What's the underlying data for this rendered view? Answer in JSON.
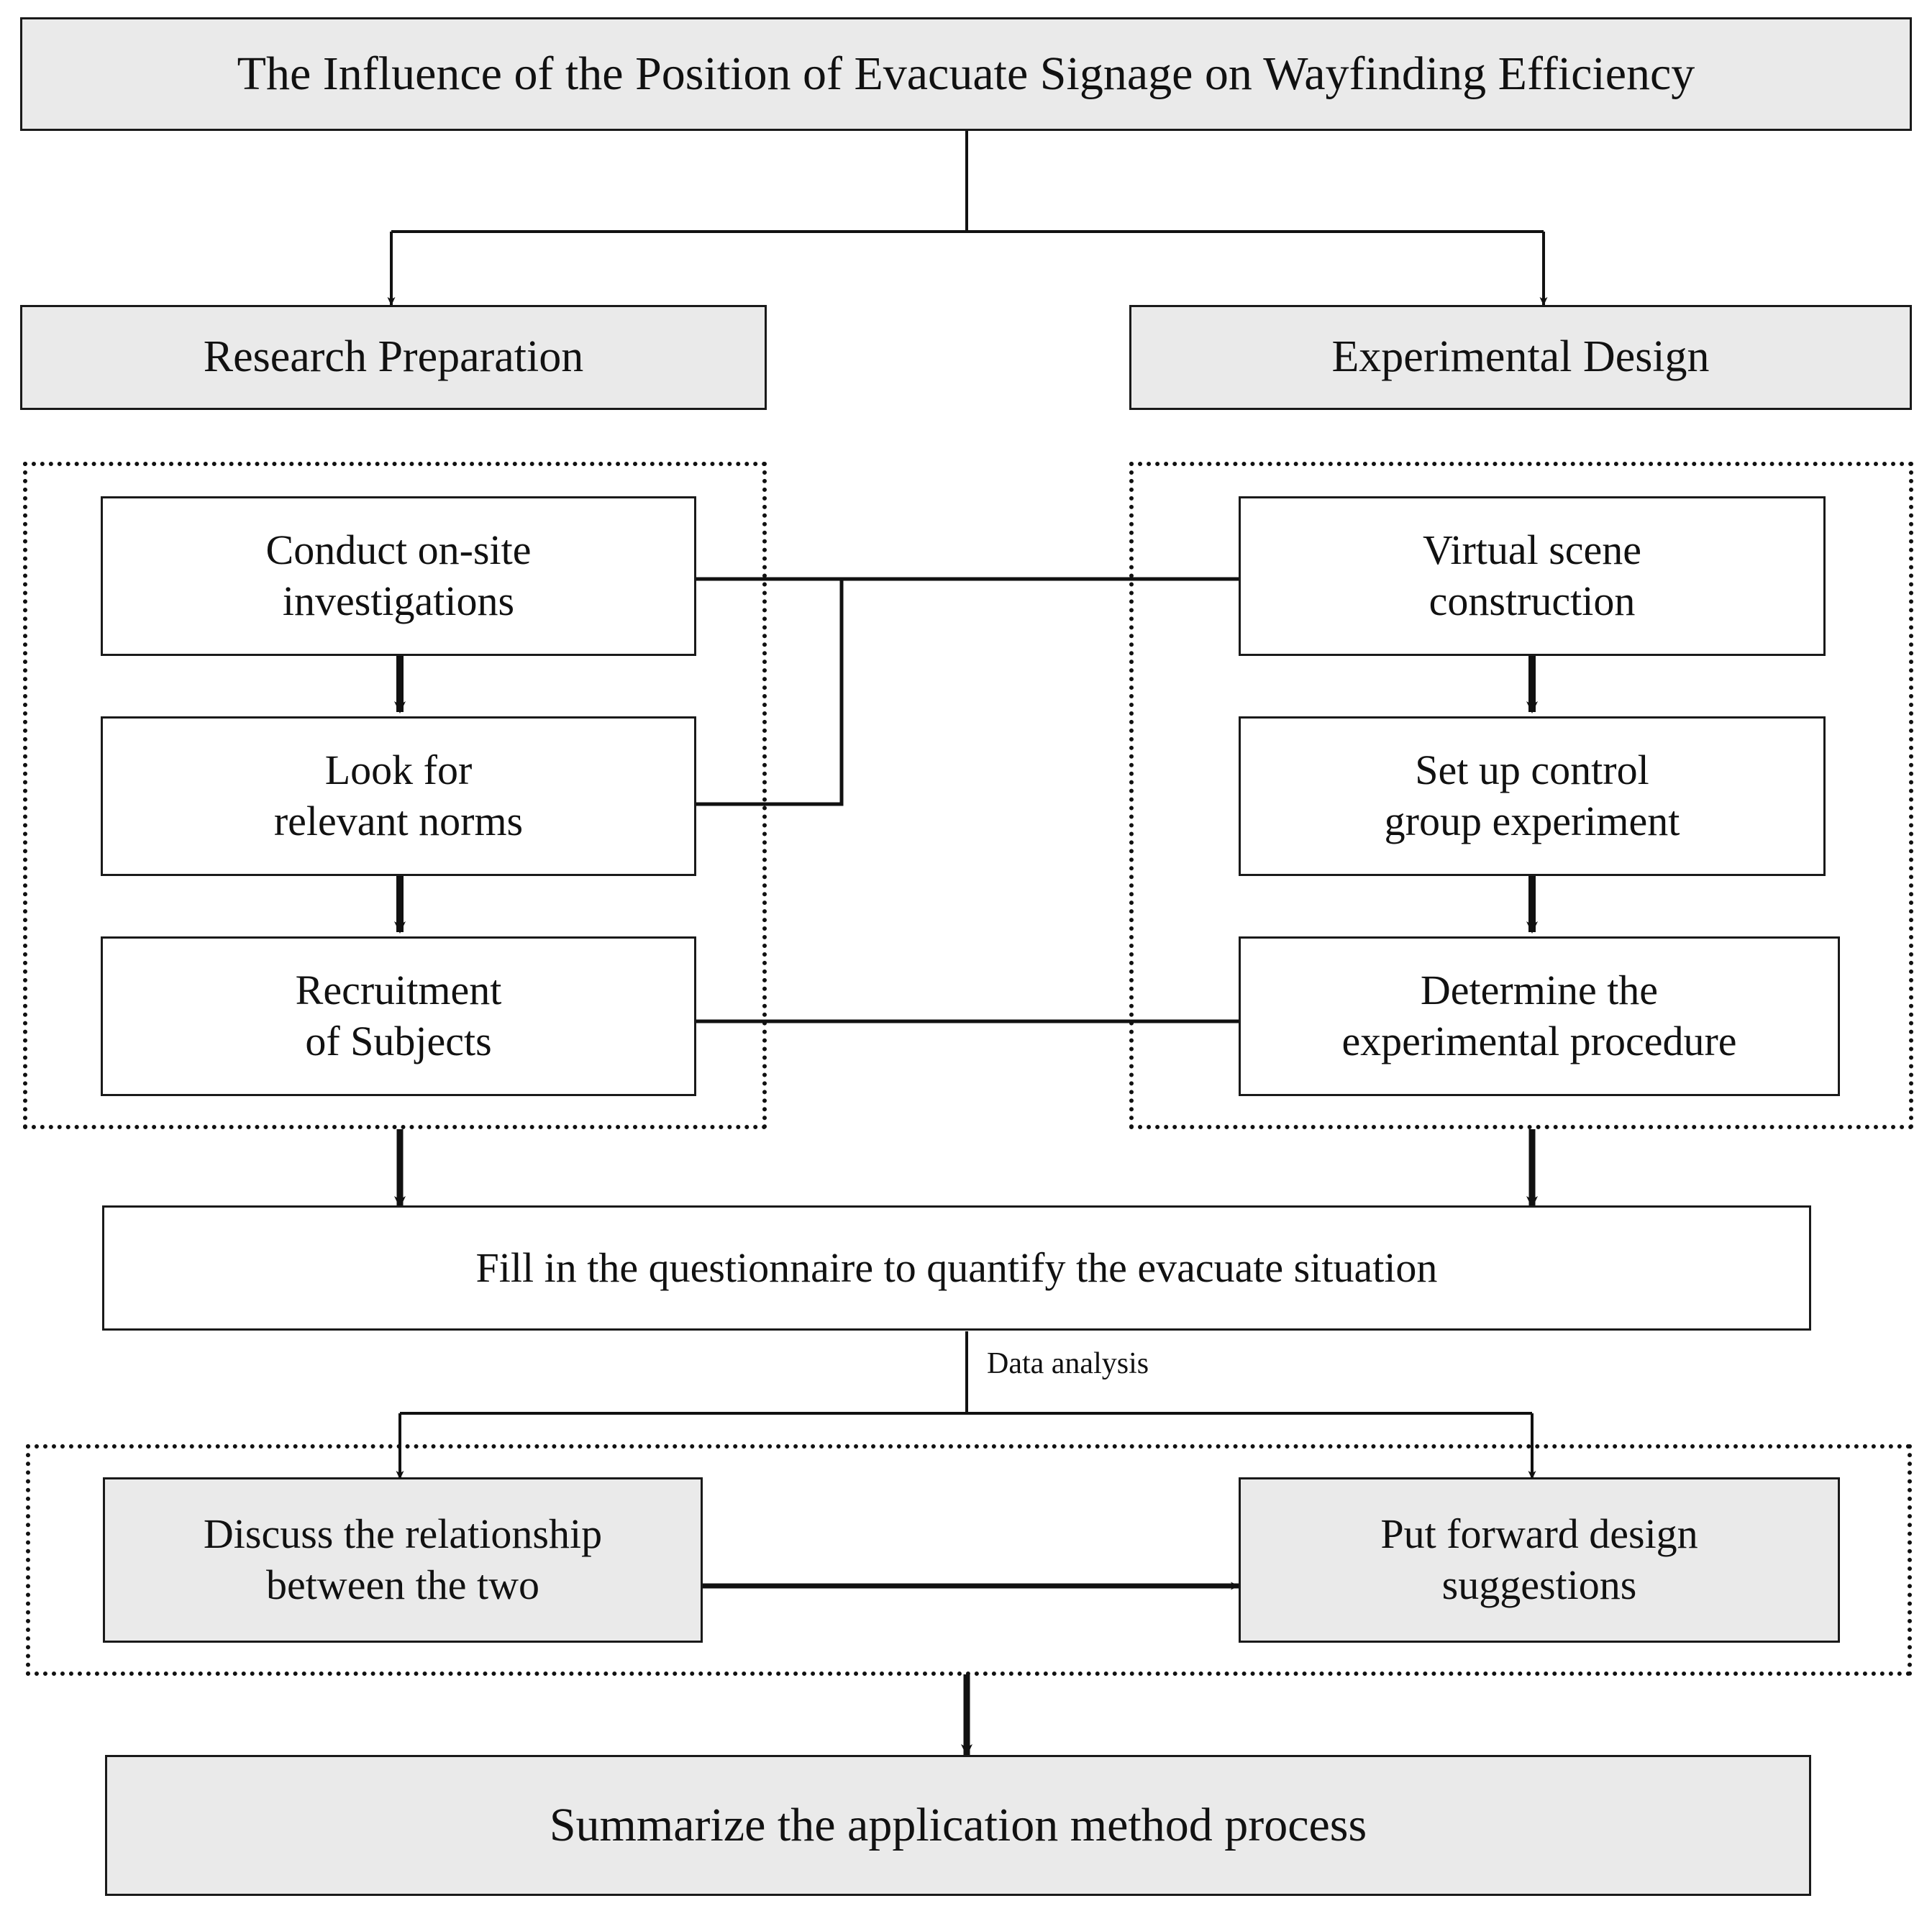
{
  "diagram": {
    "type": "flowchart",
    "title_node": {
      "id": "title",
      "label": "The Influence of the Position of Evacuate Signage on Wayfinding Efficiency",
      "fill": "#eaeaea"
    },
    "phases": [
      {
        "id": "research-preparation",
        "label": "Research Preparation",
        "fill": "#eaeaea"
      },
      {
        "id": "experimental-design",
        "label": "Experimental Design",
        "fill": "#eaeaea"
      }
    ],
    "groups": [
      {
        "id": "research-preparation-group",
        "style": "dotted"
      },
      {
        "id": "experimental-design-group",
        "style": "dotted"
      },
      {
        "id": "data-analysis-group",
        "style": "dotted"
      }
    ],
    "steps": {
      "research": [
        {
          "id": "conduct-on-site-investigations",
          "label": "Conduct on-site\ninvestigations",
          "fill": "#ffffff"
        },
        {
          "id": "look-for-relevant-norms",
          "label": "Look for\nrelevant norms",
          "fill": "#ffffff"
        },
        {
          "id": "recruitment-of-subjects",
          "label": "Recruitment\nof Subjects",
          "fill": "#ffffff"
        }
      ],
      "experiment": [
        {
          "id": "virtual-scene-construction",
          "label": "Virtual scene\nconstruction",
          "fill": "#ffffff"
        },
        {
          "id": "set-up-control-group-experiment",
          "label": "Set up control\ngroup experiment",
          "fill": "#ffffff"
        },
        {
          "id": "determine-the-experimental-procedure",
          "label": "Determine the\nexperimental procedure",
          "fill": "#ffffff"
        }
      ],
      "analysis": [
        {
          "id": "discuss-the-relationship-between-the-two",
          "label": "Discuss the relationship\nbetween the two",
          "fill": "#eaeaea"
        },
        {
          "id": "put-forward-design-suggestions",
          "label": "Put forward design\nsuggestions",
          "fill": "#eaeaea"
        }
      ]
    },
    "questionnaire_node": {
      "id": "fill-in-the-questionnaire",
      "label": "Fill in the questionnaire to quantify the evacuate situation",
      "fill": "#ffffff"
    },
    "summary_node": {
      "id": "summarize-the-application-method-process",
      "label": "Summarize the application method process",
      "fill": "#eaeaea"
    },
    "edge_labels": [
      {
        "id": "data-analysis-label",
        "label": "Data analysis"
      }
    ],
    "connections": [
      {
        "from": "title",
        "to": "research-preparation"
      },
      {
        "from": "title",
        "to": "experimental-design"
      },
      {
        "from": "conduct-on-site-investigations",
        "to": "look-for-relevant-norms"
      },
      {
        "from": "look-for-relevant-norms",
        "to": "recruitment-of-subjects"
      },
      {
        "from": "conduct-on-site-investigations",
        "to": "virtual-scene-construction"
      },
      {
        "from": "look-for-relevant-norms",
        "to": "virtual-scene-construction"
      },
      {
        "from": "recruitment-of-subjects",
        "to": "determine-the-experimental-procedure"
      },
      {
        "from": "virtual-scene-construction",
        "to": "set-up-control-group-experiment"
      },
      {
        "from": "set-up-control-group-experiment",
        "to": "determine-the-experimental-procedure"
      },
      {
        "from": "research-preparation-group",
        "to": "fill-in-the-questionnaire"
      },
      {
        "from": "experimental-design-group",
        "to": "fill-in-the-questionnaire"
      },
      {
        "from": "fill-in-the-questionnaire",
        "to": "discuss-the-relationship-between-the-two",
        "label": "Data analysis"
      },
      {
        "from": "fill-in-the-questionnaire",
        "to": "put-forward-design-suggestions",
        "label": "Data analysis"
      },
      {
        "from": "discuss-the-relationship-between-the-two",
        "to": "put-forward-design-suggestions"
      },
      {
        "from": "data-analysis-group",
        "to": "summarize-the-application-method-process"
      }
    ],
    "colors": {
      "stroke": "#111111",
      "gray_fill": "#eaeaea",
      "white_fill": "#ffffff",
      "background": "#ffffff"
    }
  }
}
